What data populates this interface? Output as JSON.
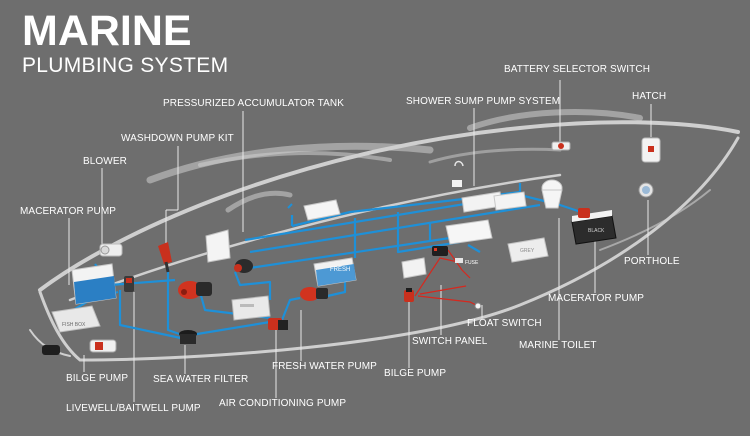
{
  "title": {
    "main": "MARINE",
    "sub": "PLUMBING SYSTEM"
  },
  "labels": {
    "battery_selector_switch": "BATTERY SELECTOR SWITCH",
    "hatch": "HATCH",
    "pressurized_accumulator_tank": "PRESSURIZED ACCUMULATOR TANK",
    "shower_sump_pump_system": "SHOWER SUMP PUMP SYSTEM",
    "washdown_pump_kit": "WASHDOWN PUMP KIT",
    "blower": "BLOWER",
    "macerator_pump_left": "MACERATOR PUMP",
    "porthole": "PORTHOLE",
    "macerator_pump_right": "MACERATOR PUMP",
    "float_switch": "FLOAT SWITCH",
    "switch_panel": "SWITCH PANEL",
    "marine_toilet": "MARINE TOILET",
    "fresh_water_pump": "FRESH WATER PUMP",
    "bilge_pump_right": "BILGE PUMP",
    "bilge_pump_left": "BILGE PUMP",
    "sea_water_filter": "SEA WATER FILTER",
    "livewell_baitwell_pump": "LIVEWELL/BAITWELL PUMP",
    "air_conditioning_pump": "AIR CONDITIONING PUMP"
  },
  "tank_marks": {
    "fish_box": "FISH BOX",
    "fresh": "FRESH",
    "grey": "GREY",
    "black": "BLACK",
    "fuse": "FUSE"
  },
  "colors": {
    "background": "#6e6e6e",
    "hull_line": "#cfcfcf",
    "pipe": "#1e90d8",
    "wire_red": "#d6281e",
    "accent_red": "#cc2a1a",
    "leader": "#e8e8e8"
  }
}
